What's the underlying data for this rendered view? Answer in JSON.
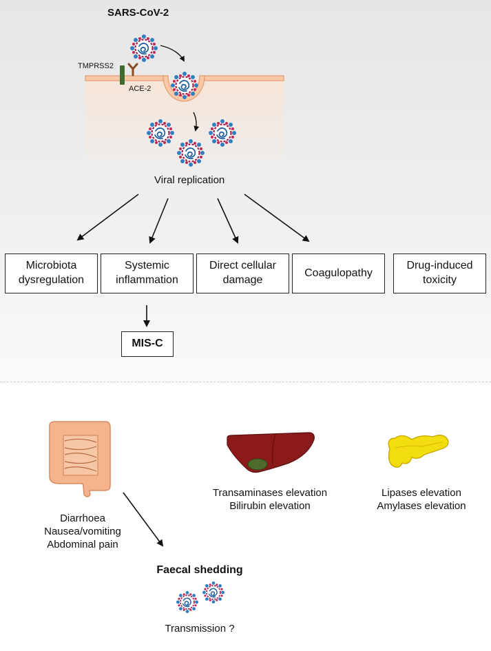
{
  "virus": {
    "title": "SARS-CoV-2",
    "receptor_protease": "TMPRSS2",
    "receptor": "ACE-2",
    "replication": "Viral replication"
  },
  "mechanisms": [
    "Microbiota\ndysregulation",
    "Systemic\ninflammation",
    "Direct cellular\ndamage",
    "Coagulopathy",
    "Drug-induced\ntoxicity"
  ],
  "misc": {
    "label": "MIS-C"
  },
  "organs": {
    "intestine": {
      "symptoms": "Diarrhoea\nNausea/vomiting\nAbdominal pain"
    },
    "liver": {
      "findings": "Transaminases elevation\nBilirubin elevation"
    },
    "pancreas": {
      "findings": "Lipases elevation\nAmylases elevation"
    }
  },
  "shedding": {
    "title": "Faecal shedding",
    "question": "Transmission ?"
  },
  "colors": {
    "membrane": "#f7c9a8",
    "cytoplasm": "#f6e7dd",
    "virus_envelope": "#c0285a",
    "virus_rna": "#2a6fb5",
    "tmprss2": "#3f6b2e",
    "ace2": "#8a4a1f",
    "liver": "#8b1a1a",
    "gallbladder": "#4d6b2b",
    "pancreas": "#f2de10",
    "intestine": "#f4b48e"
  }
}
